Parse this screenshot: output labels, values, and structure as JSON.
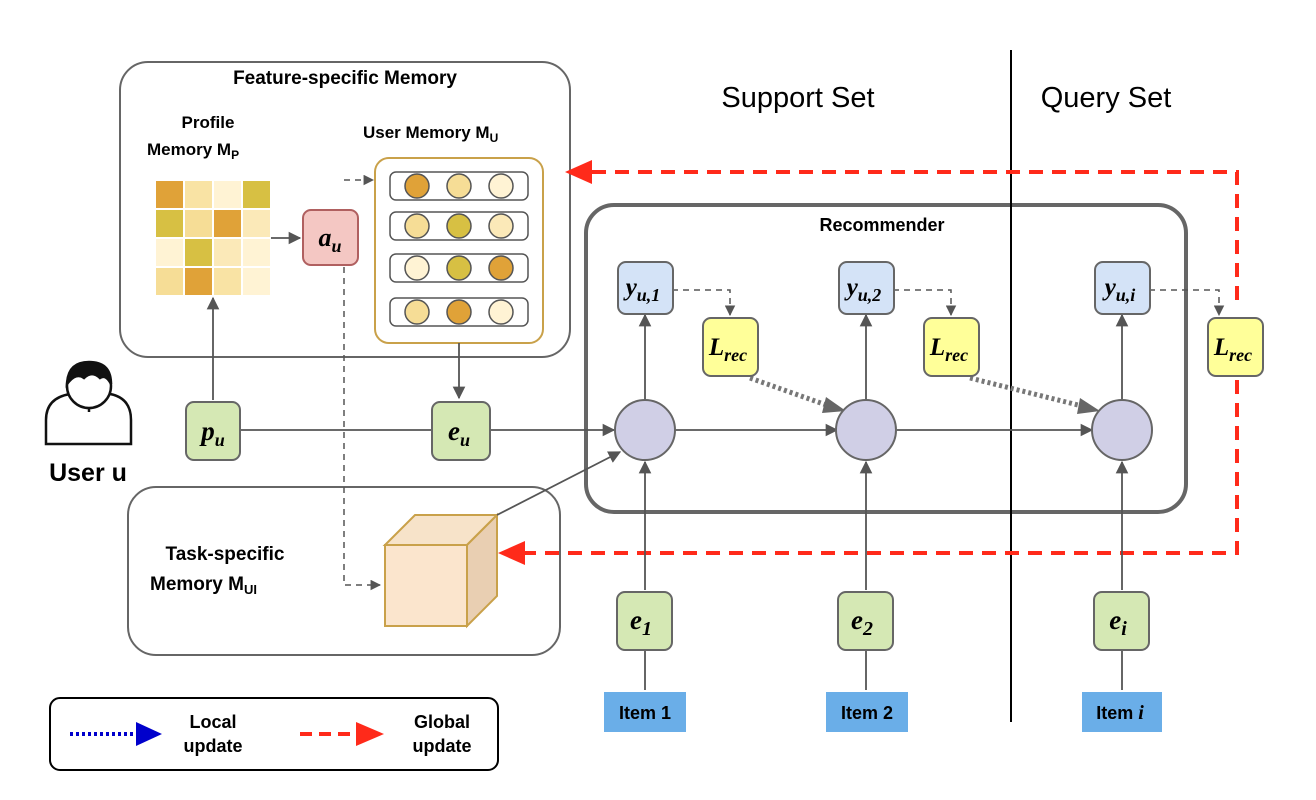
{
  "feature_memory": {
    "title": "Feature-specific Memory",
    "profile_label_1": "Profile",
    "profile_label_2": "Memory M",
    "profile_sub": "P",
    "user_memory_label": "User Memory M",
    "user_memory_sub": "U"
  },
  "task_memory": {
    "label_1": "Task-specific",
    "label_2": "Memory M",
    "sub": "UI"
  },
  "headers": {
    "support": "Support Set",
    "query": "Query Set"
  },
  "recommender": {
    "title": "Recommender"
  },
  "user": {
    "label": "User u"
  },
  "nodes": {
    "a_main": "a",
    "a_sub": "u",
    "p_main": "p",
    "p_sub": "u",
    "e_main": "e",
    "e_sub": "u",
    "y1_main": "y",
    "y1_sub": "u,1",
    "y2_main": "y",
    "y2_sub": "u,2",
    "yi_main": "y",
    "yi_sub": "u,i",
    "l_main": "L",
    "l_sub": "rec",
    "e1_main": "e",
    "e1_sub": "1",
    "e2_main": "e",
    "e2_sub": "2",
    "ei_main": "e",
    "ei_sub": "i"
  },
  "items": {
    "item1": "Item 1",
    "item2": "Item 2",
    "itemi_prefix": "Item ",
    "itemi_var": "i"
  },
  "legend": {
    "local_1": "Local",
    "local_2": "update",
    "global_1": "Global",
    "global_2": "update"
  },
  "colors": {
    "green_node": "#d5e8b4",
    "blue_node": "#d4e3f7",
    "yellow_node": "#ffff99",
    "red_node": "#f4c7c3",
    "circle_node": "#d0cfe6",
    "item_box": "#6aaee8",
    "global_update": "#ff0000",
    "local_update": "#0000cc"
  }
}
